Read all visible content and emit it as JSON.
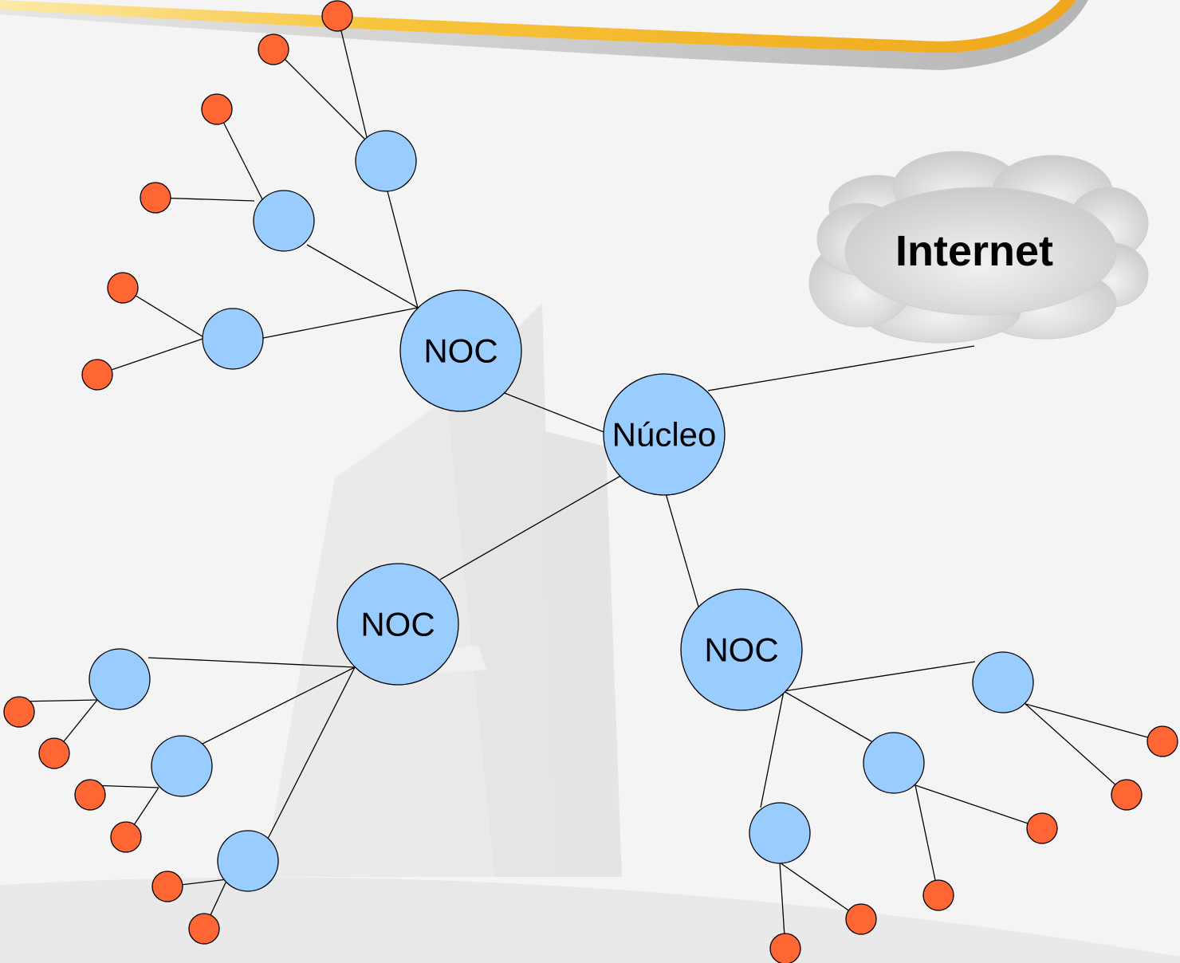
{
  "diagram": {
    "cloud_label": "Internet",
    "core_label": "Núcleo",
    "noc_label": "NOC",
    "colors": {
      "node_fill": "#99ccff",
      "leaf_fill": "#ff6633",
      "stroke": "#000000",
      "accent_swoosh": "#f5b823",
      "background": "#f4f4f4"
    }
  }
}
